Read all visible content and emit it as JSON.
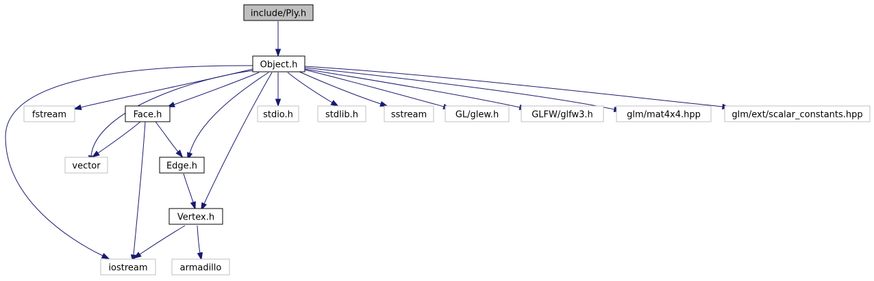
{
  "graph": {
    "nodes": [
      {
        "id": "ply",
        "label": "include/Ply.h",
        "kind": "current"
      },
      {
        "id": "object",
        "label": "Object.h",
        "kind": "local"
      },
      {
        "id": "fstream",
        "label": "fstream",
        "kind": "external"
      },
      {
        "id": "face",
        "label": "Face.h",
        "kind": "local"
      },
      {
        "id": "vector",
        "label": "vector",
        "kind": "external"
      },
      {
        "id": "edge",
        "label": "Edge.h",
        "kind": "local"
      },
      {
        "id": "stdio",
        "label": "stdio.h",
        "kind": "external"
      },
      {
        "id": "stdlib",
        "label": "stdlib.h",
        "kind": "external"
      },
      {
        "id": "sstream",
        "label": "sstream",
        "kind": "external"
      },
      {
        "id": "glew",
        "label": "GL/glew.h",
        "kind": "external"
      },
      {
        "id": "glfw",
        "label": "GLFW/glfw3.h",
        "kind": "external"
      },
      {
        "id": "mat4x4",
        "label": "glm/mat4x4.hpp",
        "kind": "external"
      },
      {
        "id": "scalar",
        "label": "glm/ext/scalar_constants.hpp",
        "kind": "external"
      },
      {
        "id": "vertex",
        "label": "Vertex.h",
        "kind": "local"
      },
      {
        "id": "iostream",
        "label": "iostream",
        "kind": "external"
      },
      {
        "id": "armadillo",
        "label": "armadillo",
        "kind": "external"
      }
    ],
    "edges": [
      {
        "from": "ply",
        "to": "object"
      },
      {
        "from": "object",
        "to": "fstream"
      },
      {
        "from": "object",
        "to": "face"
      },
      {
        "from": "object",
        "to": "vector"
      },
      {
        "from": "object",
        "to": "edge"
      },
      {
        "from": "object",
        "to": "stdio"
      },
      {
        "from": "object",
        "to": "stdlib"
      },
      {
        "from": "object",
        "to": "sstream"
      },
      {
        "from": "object",
        "to": "glew"
      },
      {
        "from": "object",
        "to": "glfw"
      },
      {
        "from": "object",
        "to": "mat4x4"
      },
      {
        "from": "object",
        "to": "scalar"
      },
      {
        "from": "object",
        "to": "vertex"
      },
      {
        "from": "object",
        "to": "iostream"
      },
      {
        "from": "face",
        "to": "vector"
      },
      {
        "from": "face",
        "to": "edge"
      },
      {
        "from": "face",
        "to": "iostream"
      },
      {
        "from": "edge",
        "to": "vertex"
      },
      {
        "from": "vertex",
        "to": "iostream"
      },
      {
        "from": "vertex",
        "to": "armadillo"
      }
    ],
    "colors": {
      "edge": "#191970",
      "current_fill": "#bfbfbf",
      "local_border": "#000000",
      "external_border": "#bfbfbf"
    }
  }
}
